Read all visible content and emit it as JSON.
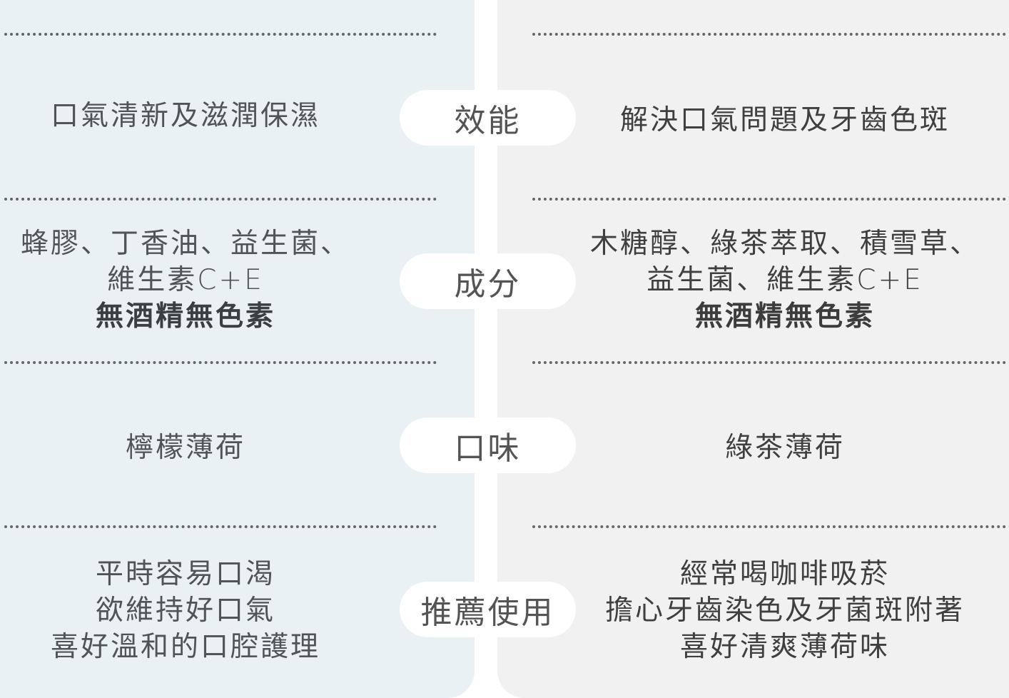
{
  "colors": {
    "left_panel_bg": "#e9f1f4",
    "right_panel_bg": "#f1f1f1",
    "gap_bg": "#ffffff",
    "pill_bg": "#ffffff",
    "text": "#4f5456",
    "dots": "#555a5c"
  },
  "rows": [
    {
      "label": "效能",
      "left": {
        "lines": [
          "口氣清新及滋潤保濕"
        ],
        "bold": ""
      },
      "right": {
        "lines": [
          "解決口氣問題及牙齒色斑"
        ],
        "bold": ""
      }
    },
    {
      "label": "成分",
      "left": {
        "lines": [
          "蜂膠、丁香油、益生菌、",
          "維生素C+E"
        ],
        "bold": "無酒精無色素"
      },
      "right": {
        "lines": [
          "木糖醇、綠茶萃取、積雪草、",
          "益生菌、維生素C+E"
        ],
        "bold": "無酒精無色素"
      }
    },
    {
      "label": "口味",
      "left": {
        "lines": [
          "檸檬薄荷"
        ],
        "bold": ""
      },
      "right": {
        "lines": [
          "綠茶薄荷"
        ],
        "bold": ""
      }
    },
    {
      "label": "推薦使用",
      "left": {
        "lines": [
          "平時容易口渴",
          "欲維持好口氣",
          "喜好溫和的口腔護理"
        ],
        "bold": ""
      },
      "right": {
        "lines": [
          "經常喝咖啡吸菸",
          "擔心牙齒染色及牙菌斑附著",
          "喜好清爽薄荷味"
        ],
        "bold": ""
      }
    }
  ]
}
